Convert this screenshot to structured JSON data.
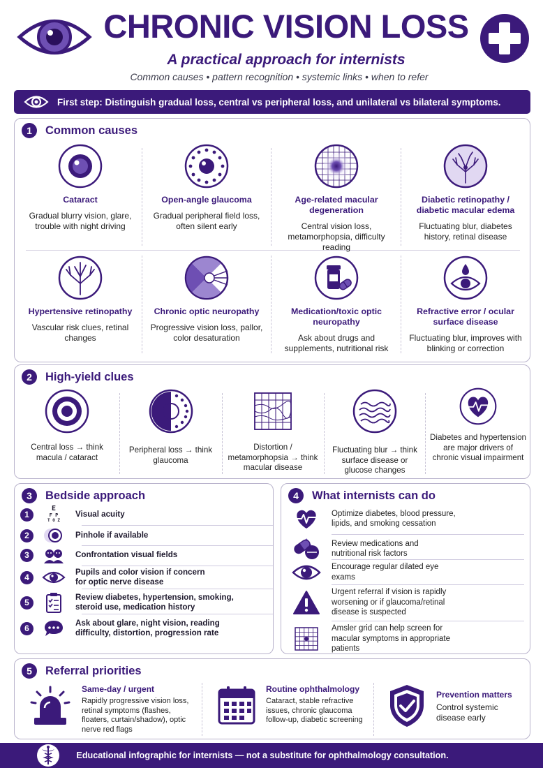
{
  "header": {
    "title": "CHRONIC VISION LOSS",
    "subtitle": "A practical approach for internists",
    "tagline": "Common causes  •  pattern recognition  •  systemic links  •  when to refer"
  },
  "banner": {
    "text": "First step: Distinguish gradual loss, central vs peripheral loss, and unilateral vs bilateral symptoms."
  },
  "sections": {
    "causes": {
      "num": "1",
      "title": "Common causes"
    },
    "clues": {
      "num": "2",
      "title": "High-yield clues"
    },
    "bedside": {
      "num": "3",
      "title": "Bedside approach"
    },
    "internists": {
      "num": "4",
      "title": "What internists can do"
    },
    "referral": {
      "num": "5",
      "title": "Referral priorities"
    }
  },
  "causes": [
    {
      "name": "Cataract",
      "desc": "Gradual blurry vision, glare, trouble with night driving",
      "icon": "lens-icon"
    },
    {
      "name": "Open-angle glaucoma",
      "desc": "Gradual peripheral field loss, often silent early",
      "icon": "dotted-field-icon"
    },
    {
      "name": "Age-related macular degeneration",
      "desc": "Central vision loss, metamorphopsia, difficulty reading",
      "icon": "macula-grid-icon"
    },
    {
      "name": "Diabetic retinopathy / diabetic macular edema",
      "desc": "Fluctuating blur, diabetes history, retinal disease",
      "icon": "retina-vessels-icon"
    },
    {
      "name": "Hypertensive retinopathy",
      "desc": "Vascular risk clues, retinal changes",
      "icon": "vessel-tree-icon"
    },
    {
      "name": "Chronic optic neuropathy",
      "desc": "Progressive vision loss, pallor, color desaturation",
      "icon": "optic-nerve-icon"
    },
    {
      "name": "Medication/toxic optic neuropathy",
      "desc": "Ask about drugs and supplements, nutritional risk",
      "icon": "pill-bottle-icon"
    },
    {
      "name": "Refractive error / ocular surface disease",
      "desc": "Fluctuating blur, improves with blinking or correction",
      "icon": "tear-eye-icon"
    }
  ],
  "clues": [
    {
      "desc": "Central loss → think macula / cataract",
      "icon": "target-icon"
    },
    {
      "desc": "Peripheral loss → think glaucoma",
      "icon": "half-field-icon"
    },
    {
      "desc": "Distortion / metamorphopsia → think macular disease",
      "icon": "distorted-grid-icon"
    },
    {
      "desc": "Fluctuating blur → think surface disease or glucose changes",
      "icon": "waves-icon"
    },
    {
      "desc": "Diabetes and hypertension are major drivers of chronic visual impairment",
      "icon": "heart-pulse-icon"
    }
  ],
  "bedside": [
    {
      "num": "1",
      "text": "Visual acuity",
      "icon": "eye-chart-icon"
    },
    {
      "num": "2",
      "text": "Pinhole if available",
      "icon": "pinhole-icon"
    },
    {
      "num": "3",
      "text": "Confrontation visual fields",
      "icon": "faces-icon"
    },
    {
      "num": "4",
      "text": "Pupils and color vision if concern for optic nerve disease",
      "icon": "eye-icon"
    },
    {
      "num": "5",
      "text": "Review diabetes, hypertension, smoking, steroid use, medication history",
      "icon": "clipboard-icon"
    },
    {
      "num": "6",
      "text": "Ask about glare, night vision, reading difficulty, distortion, progression rate",
      "icon": "chat-icon"
    }
  ],
  "eye_chart_letters": {
    "l1": "E",
    "l2": "F P",
    "l3": "T O Z"
  },
  "internists": [
    {
      "text": "Optimize diabetes, blood pressure, lipids, and smoking cessation",
      "icon": "heart-pulse-icon"
    },
    {
      "text": "Review medications and nutritional risk factors",
      "icon": "pills-icon"
    },
    {
      "text": "Encourage regular dilated eye exams",
      "icon": "eye-icon"
    },
    {
      "text": "Urgent referral if vision is rapidly worsening or if glaucoma/retinal disease is suspected",
      "icon": "warning-icon"
    },
    {
      "text": "Amsler grid can help screen for macular symptoms in appropriate patients",
      "icon": "amsler-grid-icon"
    }
  ],
  "referral": [
    {
      "title": "Same-day / urgent",
      "desc": "Rapidly progressive vision loss, retinal symptoms (flashes, floaters, curtain/shadow), optic nerve red flags",
      "icon": "siren-icon"
    },
    {
      "title": "Routine ophthalmology",
      "desc": "Cataract, stable refractive issues, chronic glaucoma follow-up, diabetic screening",
      "icon": "calendar-icon"
    },
    {
      "title": "Prevention matters",
      "desc": "Control systemic disease early",
      "icon": "shield-check-icon"
    }
  ],
  "footer": {
    "text": "Educational infographic for internists — not a substitute for ophthalmology consultation."
  },
  "colors": {
    "primary": "#3b1a7a",
    "light": "#e9e2f7",
    "border": "#b9b3cc"
  }
}
